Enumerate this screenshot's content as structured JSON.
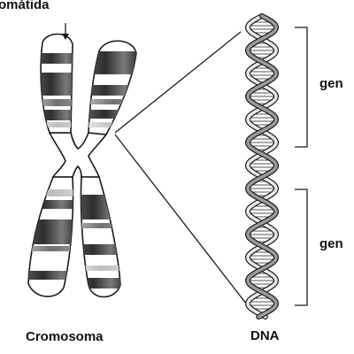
{
  "labels": {
    "chromatid": "omátida",
    "chromosome": "Cromosoma",
    "dna": "DNA",
    "gene_upper": "gen",
    "gene_lower": "gen"
  },
  "colors": {
    "outline": "#1a1a1a",
    "dark_band": "#3a3a3a",
    "mid_band": "#8c8c8c",
    "light_band": "#d9d9d9",
    "background": "#ffffff"
  }
}
